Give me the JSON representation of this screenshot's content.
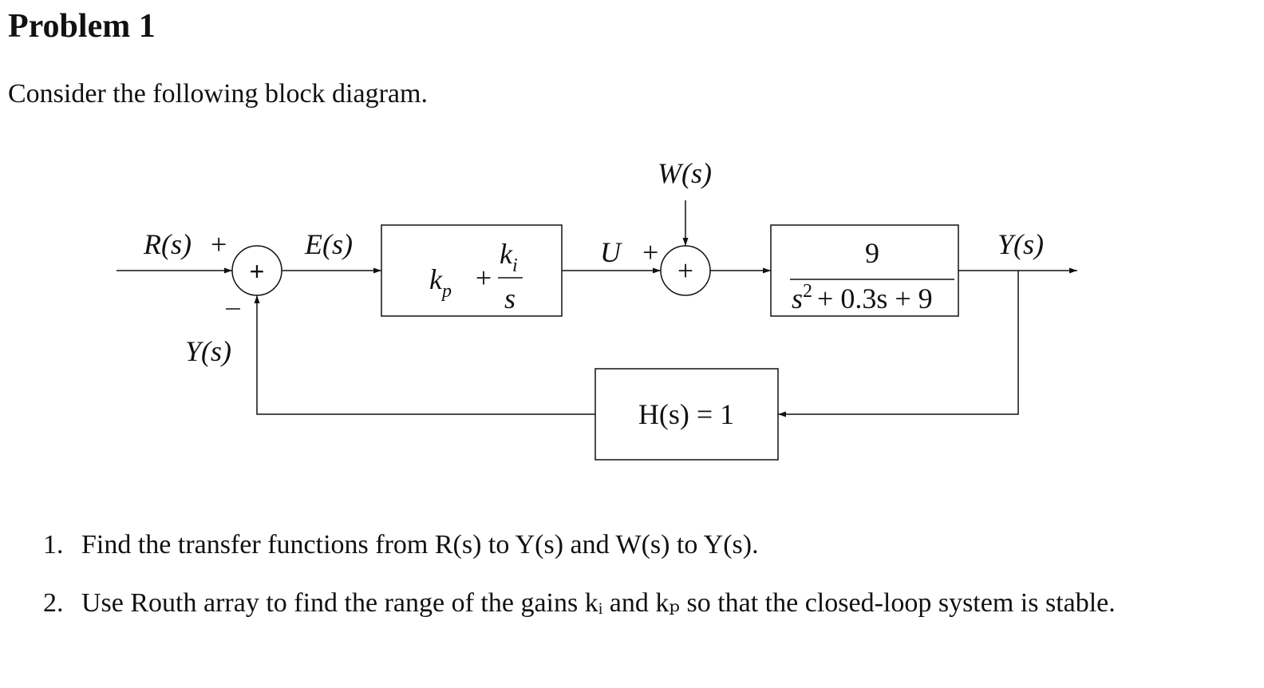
{
  "title": "Problem 1",
  "intro": "Consider the following block diagram.",
  "diagram": {
    "labels": {
      "input": "R(s)",
      "input_sign": "+",
      "feedback_sign": "−",
      "feedback_signal": "Y(s)",
      "sum1_symbol": "+",
      "error": "E(s)",
      "control": "U",
      "control_sign": "+",
      "disturbance": "W(s)",
      "sum2_symbol": "+",
      "output": "Y(s)"
    },
    "controller": {
      "term": "k",
      "term_sub": "p",
      "plus": "+",
      "num": "k",
      "num_sub": "i",
      "den": "s"
    },
    "plant": {
      "num": "9",
      "den_var": "s",
      "den_exp": "2",
      "den_rest": "+ 0.3s + 9"
    },
    "sensor": {
      "text": "H(s) = 1"
    }
  },
  "questions": [
    {
      "number": "1.",
      "text": "Find the transfer functions from R(s) to Y(s) and W(s) to Y(s)."
    },
    {
      "number": "2.",
      "text": "Use Routh array to find the range of the gains kᵢ and kₚ so that the closed-loop system is stable."
    }
  ]
}
